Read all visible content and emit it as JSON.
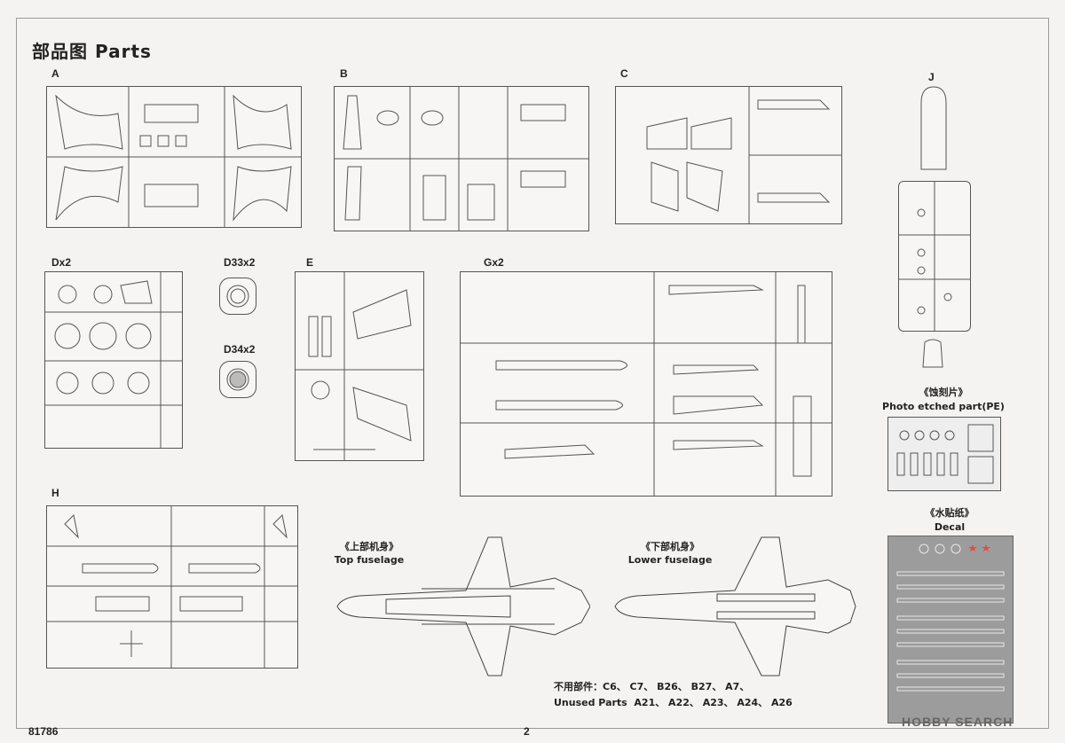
{
  "title": "部品图 Parts",
  "sprues": {
    "a": "A",
    "b": "B",
    "c": "C",
    "j": "J",
    "d": "Dx2",
    "d33": "D33x2",
    "d34": "D34x2",
    "e": "E",
    "g": "Gx2",
    "h": "H"
  },
  "photo_etched": {
    "cn": "《蚀刻片》",
    "en": "Photo etched part(PE)"
  },
  "decal": {
    "cn": "《水贴纸》",
    "en": "Decal"
  },
  "top_fuselage": {
    "cn": "《上部机身》",
    "en": "Top fuselage"
  },
  "lower_fuselage": {
    "cn": "《下部机身》",
    "en": "Lower fuselage"
  },
  "unused": {
    "cn_label": "不用部件：",
    "cn_parts": "C6、 C7、 B26、 B27、 A7、",
    "en_label": "Unused Parts",
    "en_parts": "A21、 A22、 A23、 A24、 A26"
  },
  "footer": {
    "code": "81786",
    "page": "2"
  },
  "watermark": "HOBBY SEARCH"
}
